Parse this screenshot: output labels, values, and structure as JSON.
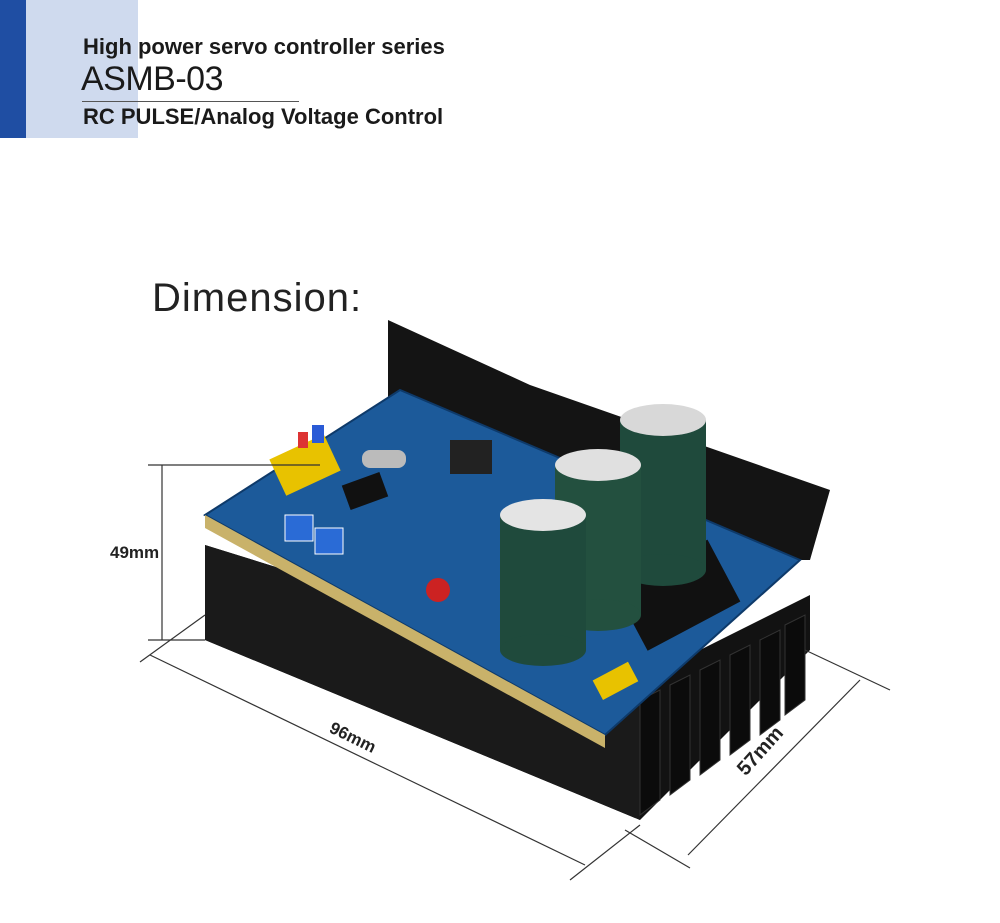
{
  "header": {
    "series": "High power servo controller series",
    "model": "ASMB-03",
    "control": "RC PULSE/Analog Voltage Control"
  },
  "dimension": {
    "title": "Dimension:",
    "height_label": "49mm",
    "length_label": "96mm",
    "width_label": "57mm"
  },
  "colors": {
    "brand_blue": "#1f4ea3",
    "light_blue": "#cfdaee",
    "pcb_blue": "#1c5a9a",
    "heatsink": "#111111",
    "capacitor": "#1f4a3c"
  }
}
